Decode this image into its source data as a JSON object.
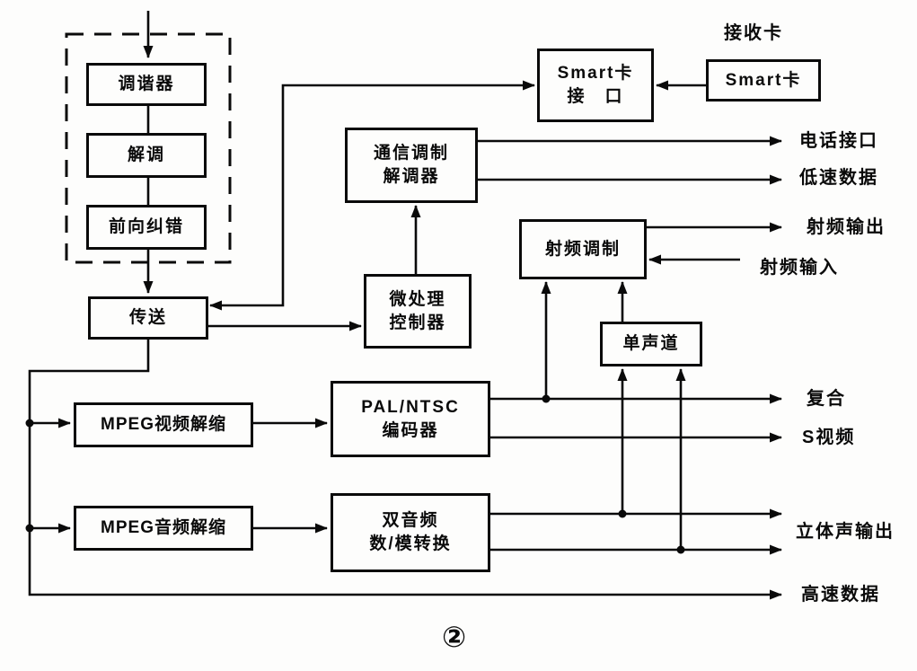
{
  "figure": {
    "caption": "②",
    "ink_color": "#0a0a0a",
    "background_color": "#fdfdfc"
  },
  "blocks": {
    "tuner": {
      "label": "调谐器"
    },
    "demodulator": {
      "label": "解调"
    },
    "fec": {
      "label": "前向纠错"
    },
    "transport": {
      "label": "传送"
    },
    "smart_card_interface": {
      "line1": "Smart卡",
      "line2": "接　口"
    },
    "smart_card": {
      "label": "Smart卡"
    },
    "comm_modem": {
      "line1": "通信调制",
      "line2": "解调器"
    },
    "micro_controller": {
      "line1": "微处理",
      "line2": "控制器"
    },
    "rf_modulator": {
      "label": "射频调制"
    },
    "mono_channel": {
      "label": "单声道"
    },
    "mpeg_video": {
      "label": "MPEG视频解缩"
    },
    "pal_ntsc_encoder": {
      "line1": "PAL/NTSC",
      "line2": "编码器"
    },
    "mpeg_audio": {
      "label": "MPEG音频解缩"
    },
    "dual_audio_dac": {
      "line1": "双音频",
      "line2": "数/模转换"
    }
  },
  "labels": {
    "receiver_card": "接收卡",
    "phone_interface": "电话接口",
    "low_speed_data": "低速数据",
    "rf_output": "射频输出",
    "rf_input": "射频输入",
    "composite": "复合",
    "s_video": "S视频",
    "stereo_output": "立体声输出",
    "high_speed_data": "高速数据"
  }
}
